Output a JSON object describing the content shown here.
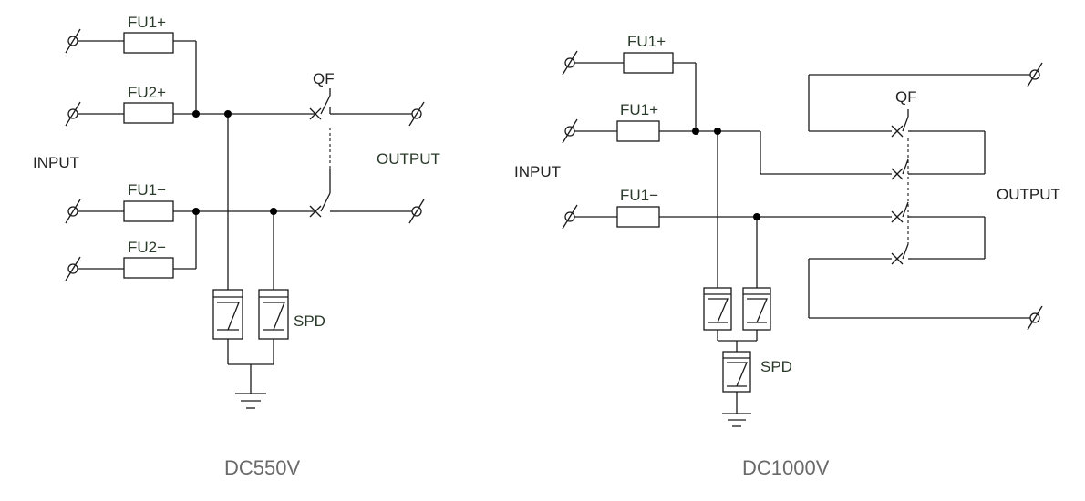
{
  "left": {
    "title": "DC550V",
    "input_label": "INPUT",
    "output_label": "OUTPUT",
    "breaker_label": "QF",
    "spd_label": "SPD",
    "fuses": [
      "FU1+",
      "FU2+",
      "FU1−",
      "FU2−"
    ]
  },
  "right": {
    "title": "DC1000V",
    "input_label": "INPUT",
    "output_label": "OUTPUT",
    "breaker_label": "QF",
    "spd_label": "SPD",
    "fuses": [
      "FU1+",
      "FU1+",
      "FU1−"
    ]
  }
}
